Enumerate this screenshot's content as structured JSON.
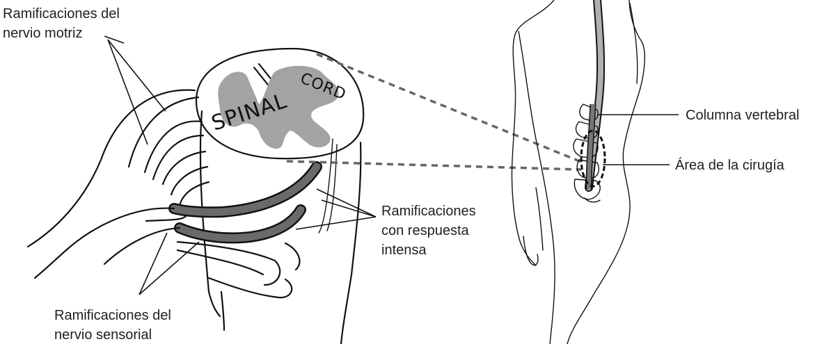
{
  "labels": {
    "motor_line1": "Ramificaciones del",
    "motor_line2": "nervio motriz",
    "sensory_line1": "Ramificaciones del",
    "sensory_line2": "nervio sensorial",
    "intense_line1": "Ramificaciones",
    "intense_line2": "con respuesta",
    "intense_line3": "intensa",
    "spine": "Columna vertebral",
    "surgery_area": "Área de la cirugía"
  },
  "cord_text": {
    "word1": "SPINAL",
    "word2": "CORD"
  },
  "colors": {
    "ink": "#111111",
    "gray_matter": "#a3a3a3",
    "dashed_connector": "#666666",
    "highlighted_nerve": "#555555"
  }
}
